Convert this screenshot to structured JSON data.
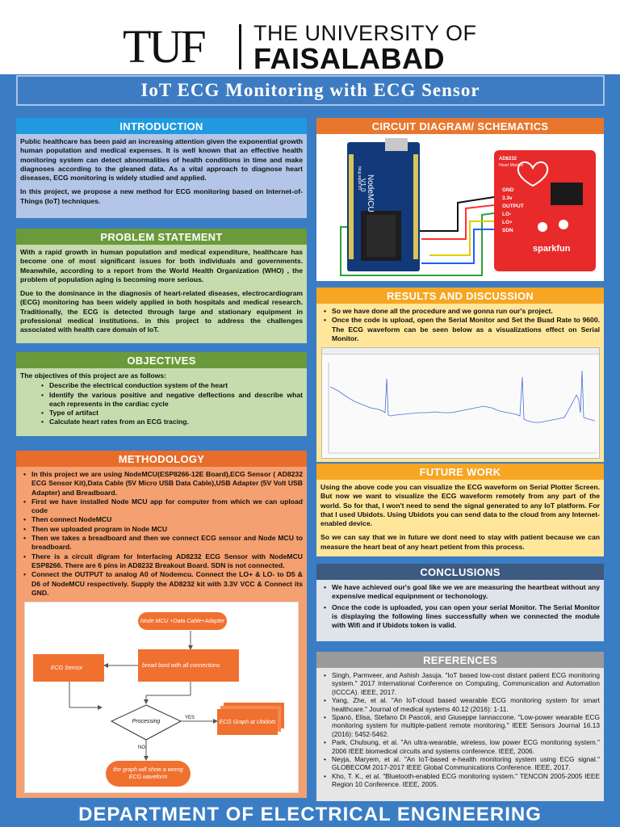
{
  "header": {
    "logo_mark": "TUF",
    "logo_line1": "THE UNIVERSITY OF",
    "logo_line2": "FAISALABAD"
  },
  "title": "IoT ECG Monitoring with ECG Sensor",
  "introduction": {
    "heading": "INTRODUCTION",
    "p1": "Public healthcare has been paid an increasing attention given the exponential growth human population and medical expenses. It is well known that an effective health monitoring system can detect abnormalities of health conditions in time and make diagnoses according to the gleaned data. As a vital approach to diagnose heart diseases, ECG monitoring is widely studied and applied.",
    "p2": "In this project, we propose a new method for ECG monitoring based on Internet-of- Things (IoT) techniques."
  },
  "problem": {
    "heading": "PROBLEM STATEMENT",
    "p1": "With a rapid growth in human population and medical expenditure, healthcare has become one of most significant issues for both individuals and governments. Meanwhile, according to a report from the World Health Organization (WHO) , the problem of population aging is becoming more serious.",
    "p2": "Due to the dominance in the diagnosis of heart-related diseases, electrocardiogram (ECG) monitoring has been widely applied in both hospitals and medical research. Traditionally, the ECG is detected through large and stationary equipment in professional medical institutions. in this project to address the challenges associated with health care domain of IoT."
  },
  "objectives": {
    "heading": "OBJECTIVES",
    "intro": "The objectives of this project are as follows:",
    "items": [
      "Describe the electrical conduction system of the heart",
      "Identify the various positive and negative deflections and describe what each represents in the cardiac cycle",
      "Type of artifact",
      "Calculate heart rates from an ECG tracing."
    ]
  },
  "methodology": {
    "heading": "METHODOLOGY",
    "items": [
      "In this project we are using NodeMCU(ESP8266-12E Board),ECG Sensor ( AD8232 ECG Sensor Kit),Data Cable (5V Micro USB Data Cable),USB Adapter (5V Volt USB Adapter) and Breadboard.",
      "First we have installed Node MCU app for computer from which we can upload code",
      "Then connect NodeMCU",
      "Then we uploaded program in Node MCU",
      "Then we takes a breadboard and then we connect ECG sensor and Node MCU to breadboard.",
      "There is a circuit digram for Interfacing AD8232 ECG Sensor with NodeMCU ESP8266. There are 6 pins in AD8232 Breakout Board. SDN is not connected.",
      "Connect the OUTPUT to analog A0 of Nodemcu. Connect the LO+ & LO- to D5 & D6 of NodeMCU respectively. Supply the AD8232 kit with 3.3V VCC & Connect its GND."
    ],
    "flowchart": {
      "node_top": "Node MCU +Data Cable+Adapter",
      "ecg": "ECG Sensor",
      "breadboard": "bread bord with all connections",
      "processing": "Processing",
      "yes": "YES",
      "no": "NO",
      "graph": "ECG Graph at Ubidots",
      "wrong": "the graph will show a worng ECG waveform"
    }
  },
  "circuit": {
    "heading": "CIRCUIT DIAGRAM/ SCHEMATICS",
    "nodemcu_label": "NodeMCU",
    "nodemcu_version": "V1.0",
    "nodemcu_side": "blog.squix.ch",
    "sensor_title": "AD8232",
    "sensor_sub": "Heart Monitor",
    "pins": [
      "GND",
      "3.3v",
      "OUTPUT",
      "LO-",
      "LO+",
      "SDN"
    ],
    "brand": "sparkfun"
  },
  "results": {
    "heading": "RESULTS AND DISCUSSION",
    "items": [
      "So we have done all the procedure and we gonna run our's project.",
      "Once the code is upload, open the Serial Monitor and Set the Buad Rate to 9600. The ECG waveform can be seen below as a visualizations effect on Serial Monitor."
    ]
  },
  "future": {
    "heading": "FUTURE WORK",
    "p1": "Using the above code you can visualize the ECG waveform on Serial Plotter Screen. But now we want to visualize the ECG waveform remotely from any part of the world. So for that, I won't need to send the signal generated to any IoT platform. For that I used Ubidots. Using Ubidots you can send data to the cloud from any Internet-enabled device.",
    "p2": "So we can say that we in future we dont need to stay with patient because we can measure the heart beat of any heart petient from this process."
  },
  "conclusions": {
    "heading": "CONCLUSIONS",
    "items": [
      "We have achieved our's goal like we we are measuring the heartbeat without any expensive medical equipnment or techonology.",
      "Once the code is uploaded, you can open your serial Monitor. The Serial Monitor is displaying the following lines successfully when we connected the module with Wifi and if Ubidots token is valid."
    ]
  },
  "references": {
    "heading": "REFERENCES",
    "items": [
      "Singh, Parmveer, and Ashish Jasuja. \"IoT based low-cost distant patient ECG monitoring system.\" 2017 International Conference on Computing, Communication and Automation (ICCCA). IEEE, 2017.",
      "Yang, Zhe, et al. \"An IoT-cloud based wearable ECG monitoring system for smart healthcare.\" Journal of medical systems 40.12 (2016): 1-11.",
      "Spanò, Elisa, Stefano Di Pascoli, and Giuseppe Iannaccone. \"Low-power wearable ECG monitoring system for multiple-patient remote monitoring.\" IEEE Sensors Journal 16.13 (2016): 5452-5462.",
      "Park, Chulsung, et al. \"An ultra-wearable, wireless, low power ECG monitoring system.\" 2006 IEEE biomedical circuits and systems conference. IEEE, 2006.",
      "Neyja, Maryem, et al. \"An IoT-based e-health monitoring system using ECG signal.\" GLOBECOM 2017-2017 IEEE Global Communications Conference. IEEE, 2017.",
      "Kho, T. K., et al. \"Bluetooth-enabled ECG monitoring system.\" TENCON 2005-2005 IEEE Region 10 Conference. IEEE, 2005."
    ]
  },
  "footer": "DEPARTMENT OF  ELECTRICAL ENGINEERING",
  "colors": {
    "background": "#3a7dc4",
    "intro_head": "#1f9ae0",
    "intro_body": "#b4c6e7",
    "problem_head": "#6a9a3a",
    "problem_body": "#c6dcae",
    "methodology_head": "#e86c2a",
    "methodology_body": "#f4a070",
    "circuit_head": "#e8762c",
    "results_head": "#f6a623",
    "results_body": "#ffe69a",
    "conclusions_head": "#3d5a80",
    "conclusions_body": "#dfe3ea",
    "references_head": "#9a9a9a",
    "references_body": "#e6e6e6"
  }
}
